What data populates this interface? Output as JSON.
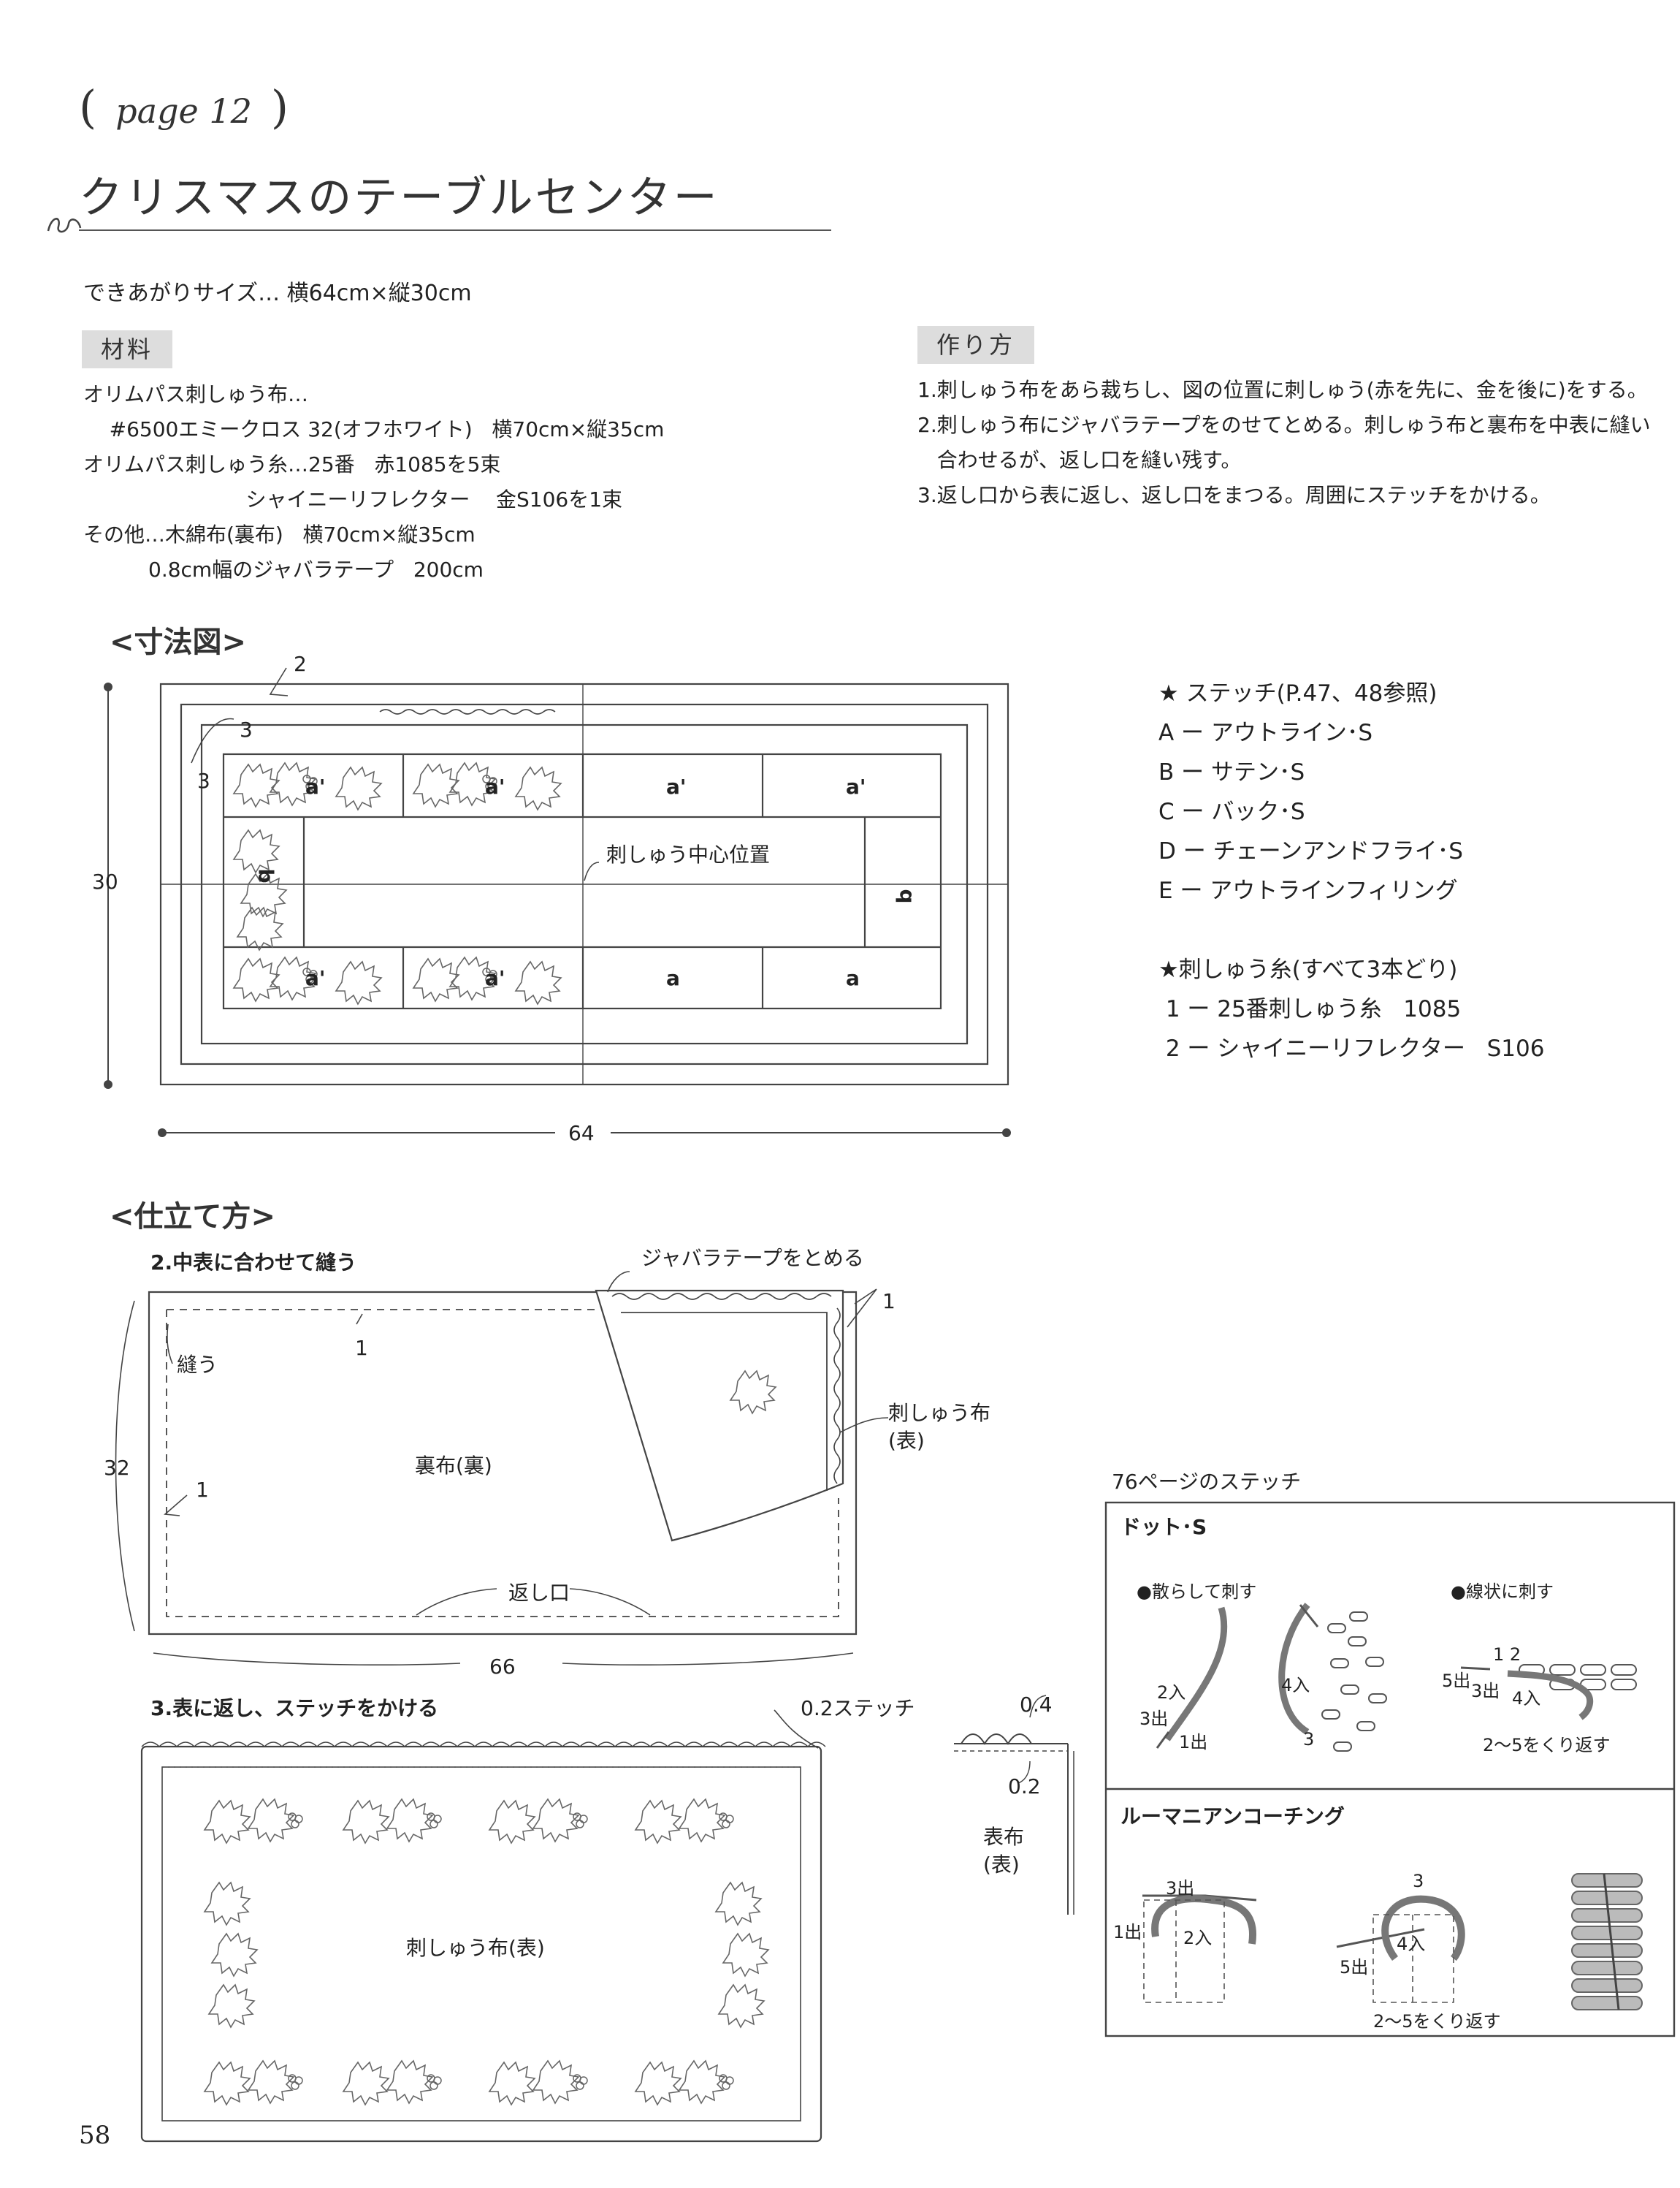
{
  "header": {
    "page_ref_open": "(",
    "page_ref": "page 12",
    "page_ref_close": ")",
    "title": "クリスマスのテーブルセンター"
  },
  "finished_size": "できあがりサイズ… 横64cm×縦30cm",
  "materials": {
    "heading": "材料",
    "lines": "オリムパス刺しゅう布…\n    #6500エミークロス 32(オフホワイト)   横70cm×縦35cm\nオリムパス刺しゅう糸…25番   赤1085を5束\n                         シャイニーリフレクター    金S106を1束\nその他…木綿布(裏布)   横70cm×縦35cm\n          0.8cm幅のジャバラテープ   200cm"
  },
  "method": {
    "heading": "作り方",
    "lines": "1.刺しゅう布をあら裁ちし、図の位置に刺しゅう(赤を先に、金を後に)をする。\n2.刺しゅう布にジャバラテープをのせてとめる。刺しゅう布と裏布を中表に縫い\n   合わせるが、返し口を縫い残す。\n3.返し口から表に返し、返し口をまつる。周囲にステッチをかける。"
  },
  "dimension_diagram": {
    "heading": "<寸法図>",
    "dim_2": "2",
    "dim_3a": "3",
    "dim_3b": "3",
    "height": "30",
    "width": "64",
    "center_label": "刺しゅう中心位置",
    "cells": {
      "a_prime_1": "a'",
      "a_prime_2": "a'",
      "a_prime_3": "a'",
      "a_prime_4": "a'",
      "a_prime_5": "a'",
      "a_prime_6": "a'",
      "a1": "a",
      "a2": "a",
      "b1": "b",
      "b2": "b"
    }
  },
  "stitch_legend": {
    "lines": "★ ステッチ(P.47、48参照)\nA ー アウトライン･S\nB ー サテン･S\nC ー バック･S\nD ー チェーンアンドフライ･S\nE ー アウトラインフィリング\n\n★刺しゅう糸(すべて3本どり)\n 1 ー 25番刺しゅう糸   1085\n 2 ー シャイニーリフレクター   S106"
  },
  "assembly": {
    "heading": "<仕立て方>",
    "step2": "2.中表に合わせて縫う",
    "tape_label": "ジャバラテープをとめる",
    "one_a": "1",
    "one_b": "1",
    "one_c": "1",
    "sew": "縫う",
    "back_cloth": "裏布(裏)",
    "embroidery_cloth": "刺しゅう布",
    "face": "(表)",
    "return_opening": "返し口",
    "height": "32",
    "width": "66",
    "step3": "3.表に返し、ステッチをかける",
    "stitch_02": "0.2ステッチ",
    "embroidery_face": "刺しゅう布(表)",
    "d04": "0.4",
    "d02": "0.2",
    "omote": "表布",
    "omote2": "(表)"
  },
  "stitch_box": {
    "caption": "76ページのステッチ",
    "dot_title": "ドット･S",
    "scatter": "●散らして刺す",
    "linear": "●線状に刺す",
    "in2": "2入",
    "out3": "3出",
    "out1": "1出",
    "in4": "4入",
    "n3": "3",
    "out5": "5出",
    "n12": "1  2",
    "out3b": "3出",
    "in4b": "4入",
    "repeat1": "2～5をくり返す",
    "rc_title": "ルーマニアンコーチング",
    "rc_out3": "3出",
    "rc_out1": "1出",
    "rc_in2": "2入",
    "rc_n3": "3",
    "rc_in4": "4入",
    "rc_out5": "5出",
    "repeat2": "2～5をくり返す"
  },
  "page_number": "58"
}
